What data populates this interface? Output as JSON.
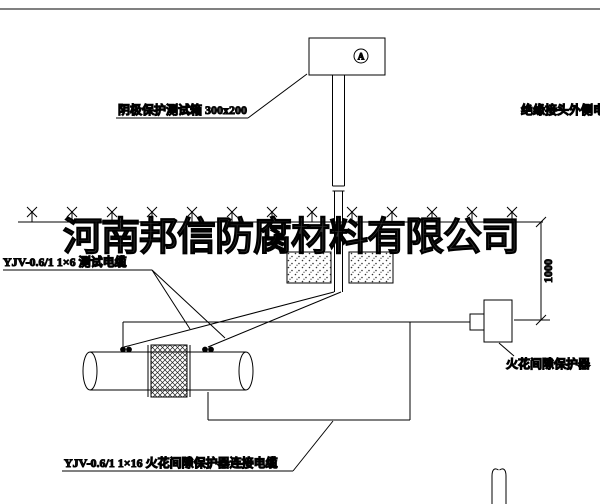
{
  "watermark": "河南邦信防腐材料有限公司",
  "test_box": {
    "label": "阴极保护测试箱 300x200",
    "symbol": "A"
  },
  "right_cable_label": "绝缘接头外侧电缆",
  "test_cable_label": "YJV-0.6/1 1×6  测试电缆",
  "dimension_text": "1000",
  "spark_gap_label": "火花间隙保护器",
  "spark_gap_cable_label": "YJV-0.6/1 1×16  火花间隙保护器连接电缆",
  "colors": {
    "line": "#000000",
    "watermark": "#1a1a1a",
    "background": "#ffffff"
  }
}
